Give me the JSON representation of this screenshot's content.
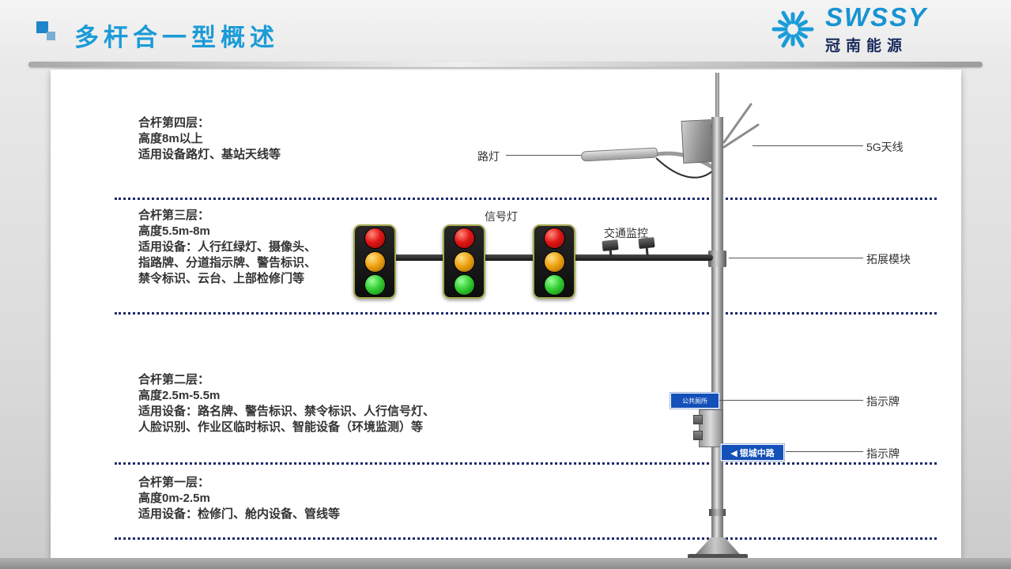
{
  "header": {
    "title": "多杆合一型概述",
    "logo_brand": "SWSSY",
    "logo_subtitle": "冠南能源"
  },
  "layers": [
    {
      "name": "合杆第四层：",
      "height": "高度8m以上",
      "devices": "适用设备路灯、基站天线等"
    },
    {
      "name": "合杆第三层：",
      "height": "高度5.5m-8m",
      "devices": "适用设备：人行红绿灯、摄像头、\n指路牌、分道指示牌、警告标识、\n禁令标识、云台、上部检修门等"
    },
    {
      "name": "合杆第二层：",
      "height": "高度2.5m-5.5m",
      "devices": "适用设备：路名牌、警告标识、禁令标识、人行信号灯、\n人脸识别、作业区临时标识、智能设备（环境监测）等"
    },
    {
      "name": "合杆第一层：",
      "height": "高度0m-2.5m",
      "devices": "适用设备：检修门、舱内设备、管线等"
    }
  ],
  "callouts": {
    "street_lamp": "路灯",
    "antenna_5g": "5G天线",
    "signal_light": "信号灯",
    "traffic_monitor": "交通监控",
    "expansion_module": "拓展模块",
    "sign_upper": "指示牌",
    "sign_lower": "指示牌"
  },
  "pole_signs": {
    "small_sign": "公共厕所",
    "road_sign": "◀ 银城中路"
  },
  "colors": {
    "title_blue": "#1B9BD7",
    "separator_navy": "#1B2A6B",
    "sign_blue": "#1350B8",
    "logo_navy": "#1A2B5C"
  }
}
